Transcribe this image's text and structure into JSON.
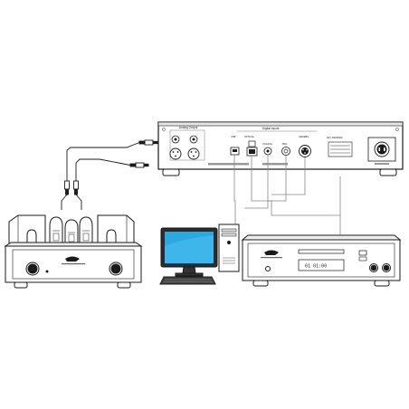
{
  "dac": {
    "analog_output_label": "Analog Output",
    "digital_inputs_label": "Digital Inputs",
    "input_labels": [
      "USB",
      "OPTICAL",
      "COAXIAL",
      "BNC",
      "AES/EBU"
    ],
    "serial_text": "S/N: 00000000"
  },
  "cd_player": {
    "display_text": "01  01:00"
  },
  "colors": {
    "line": "#1a1a1a",
    "panel": "#ffffff",
    "monitor_screen": "#29a9e0",
    "cable": "#888888"
  }
}
